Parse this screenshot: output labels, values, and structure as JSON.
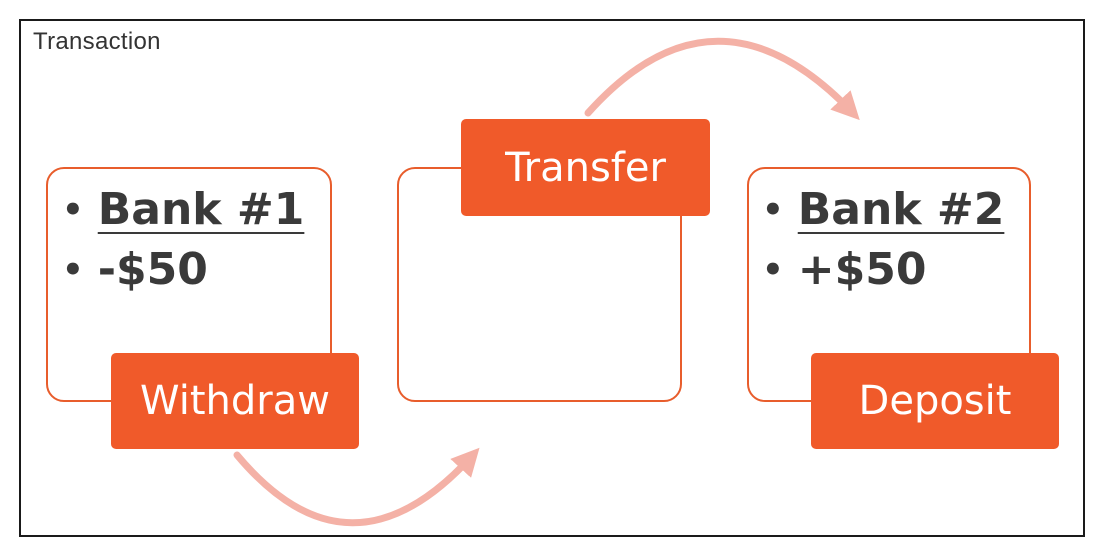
{
  "frame": {
    "label": "Transaction"
  },
  "colors": {
    "accent": "#f05a2a",
    "card_border": "#e85d2c",
    "arrow": "#f4b1a6",
    "text": "#3a3a3a"
  },
  "steps": [
    {
      "tag": "Withdraw",
      "bullets": [
        "Bank #1",
        "-$50"
      ]
    },
    {
      "tag": "Transfer",
      "bullets": []
    },
    {
      "tag": "Deposit",
      "bullets": [
        "Bank #2",
        "+$50"
      ]
    }
  ]
}
